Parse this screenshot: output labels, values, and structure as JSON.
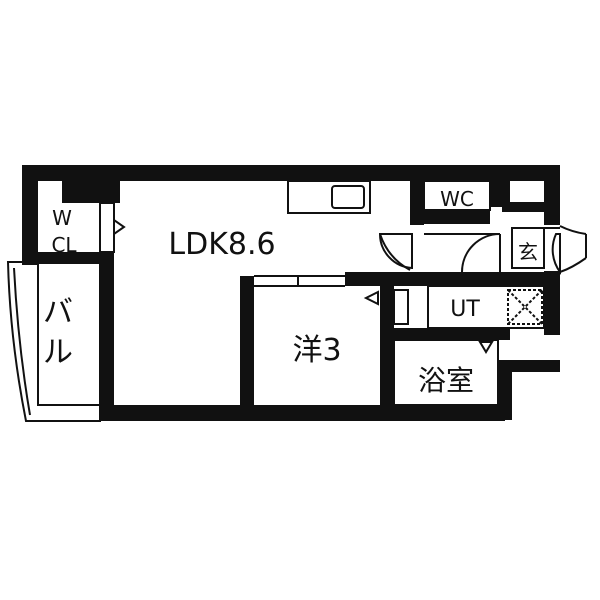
{
  "rooms": {
    "wcl_line1": "W",
    "wcl_line2": "CL",
    "ldk": "LDK8.6",
    "wc": "WC",
    "genkan": "玄",
    "western": "洋3",
    "ut": "UT",
    "bath": "浴室",
    "balcony_line1": "バ",
    "balcony_line2": "ル"
  },
  "colors": {
    "wall": "#111111",
    "background": "#ffffff"
  }
}
